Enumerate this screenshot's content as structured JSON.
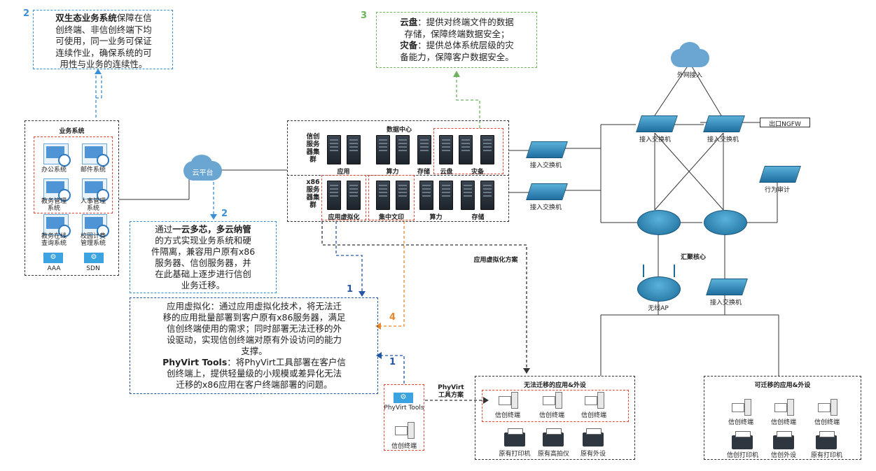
{
  "top_left_box": {
    "num": "2",
    "bold": "双生态业务系统",
    "lines": [
      "保障在信",
      "创终端、非信创终端下均",
      "可使用，同一业务可保证",
      "连续作业，确保系统的可",
      "用性与业务的连续性。"
    ]
  },
  "top_mid_box": {
    "num": "3",
    "cloud_bold": "云盘",
    "cloud_l1": "：提供对终端文件的数据",
    "cloud_l2": "存储，保障终端数据安全；",
    "dr_bold": "灾备",
    "dr_l1": "：提供总体系统层级的灾",
    "dr_l2": "备能力，保障客户数据安全。"
  },
  "biz": {
    "title": "业务系统",
    "items": [
      "办公系统",
      "邮件系统",
      "教务管理系统",
      "人事管理系统",
      "教务在线查询系统",
      "校园计费管理系统"
    ],
    "items_wrapped": [
      [
        "办公系统"
      ],
      [
        "邮件系统"
      ],
      [
        "教务管理",
        "系统"
      ],
      [
        "人事管理",
        "系统"
      ],
      [
        "教务在线",
        "查询系统"
      ],
      [
        "校园计费",
        "管理系统"
      ]
    ],
    "aaa": "AAA",
    "sdn": "SDN"
  },
  "cloud_platform": "云平台",
  "mid_box": {
    "num": "2",
    "lines_pre": "通过",
    "bold": "一云多芯，多云纳管",
    "lines": [
      "的方式实现业务系统和硬",
      "件隔离，兼容用户原有x86",
      "服务器、信创服务器，并",
      "在此基础上逐步进行信创",
      "业务迁移。"
    ]
  },
  "dc": {
    "title": "数据中心",
    "xc_label": "信创服务器集群",
    "x86_label": "x86服务器集群",
    "xc_groups": [
      "应用",
      "算力",
      "存储",
      "云盘",
      "灾备"
    ],
    "x86_groups": [
      "应用虚拟化",
      "集中文印",
      "算力",
      "存储"
    ]
  },
  "app_virt_label": "应用虚拟化方案",
  "bottom_box": {
    "num_a": "1",
    "num_b": "4",
    "num_c": "1",
    "p1": [
      "应用虚拟化：通过应用虚拟化技术，将无法迁",
      "移的应用批量部署到客户原有x86服务器，满足",
      "信创终端使用的需求；同时部署无法迁移的外",
      "设驱动，实现信创终端对原有外设访问的能力",
      "支撑。"
    ],
    "p2_bold": "PhyVirt Tools",
    "p2": [
      "：将PhyVirt工具部署在客户信",
      "创终端上，提供轻量级的小规模或差异化无法",
      "迁移的x86应用在客户终端部署的问题。"
    ]
  },
  "phyvirt": {
    "tool": "PhyVirt Tools",
    "terminal": "信创终端",
    "scheme_l1": "PhyVirt",
    "scheme_l2": "工具方案"
  },
  "nomig": {
    "title": "无法迁移的应用&外设",
    "terminals": [
      "信创终端",
      "信创终端",
      "信创终端"
    ],
    "printers": [
      "原有打印机",
      "原有高拍仪",
      "原有外设"
    ]
  },
  "mig": {
    "title": "可迁移的应用&外设",
    "terminals": [
      "信创终端",
      "信创终端",
      "信创终端"
    ],
    "printers": [
      "信创打印机",
      "信创外设",
      "原有打印机"
    ]
  },
  "network": {
    "internet": "外网接入",
    "access1": "接入交换机",
    "access2": "接入交换机",
    "ngfw": "出口NGFW",
    "audit": "行为审计",
    "core": "汇聚核心",
    "ap": "无线AP",
    "access3": "接入交换机",
    "dc_sw1": "接入交换机",
    "dc_sw2": "接入交换机"
  }
}
